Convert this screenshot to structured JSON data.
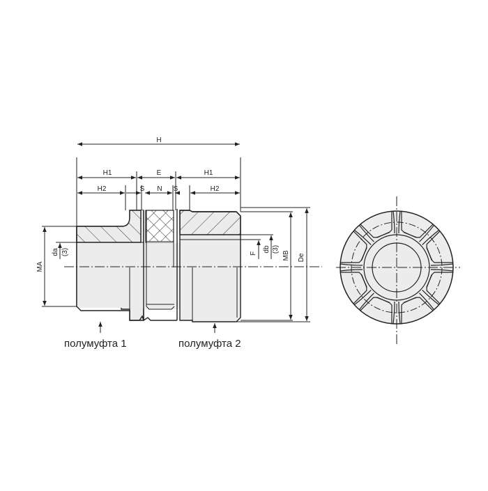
{
  "drawing": {
    "colors": {
      "line": "#222222",
      "fill": "#ececec",
      "hatch": "#333333",
      "background": "#ffffff"
    },
    "dimensions": {
      "H": "H",
      "H1_left": "H1",
      "E": "E",
      "H1_right": "H1",
      "H2_left": "H2",
      "S_left": "S",
      "N": "N",
      "S_right": "S",
      "H2_right": "H2",
      "MA": "MA",
      "da": "da",
      "da_note": "(3)",
      "F": "F",
      "db": "db",
      "db_note": "(3)",
      "MB": "MB",
      "De": "De"
    },
    "captions": {
      "half1": "полумуфта 1",
      "half2": "полумуфта 2"
    }
  }
}
